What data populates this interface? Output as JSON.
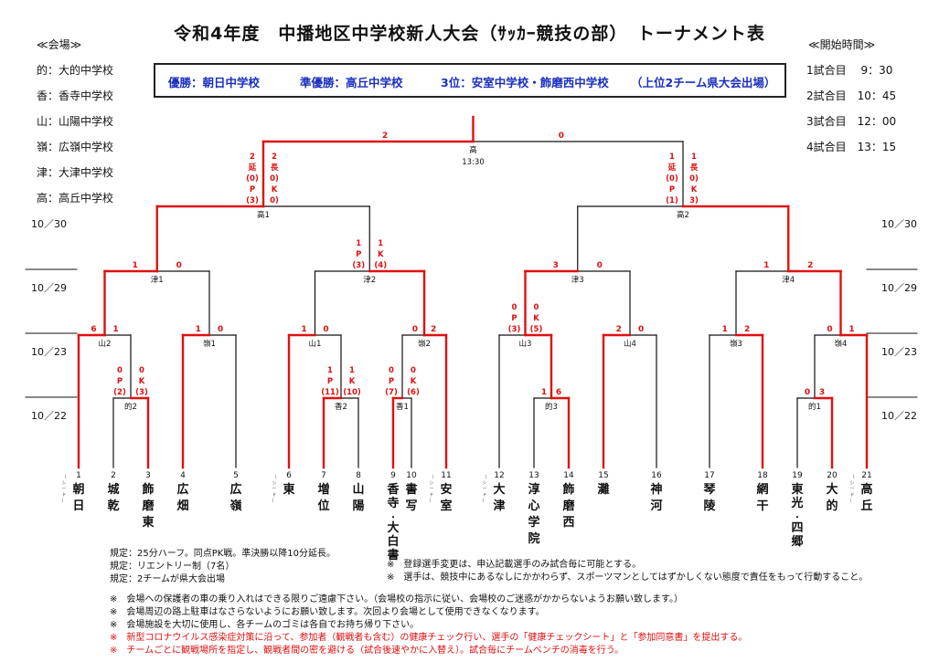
{
  "title": "令和4年度　中播地区中学校新人大会（ｻｯｶｰ競技の部）　トーナメント表",
  "banner": {
    "winner": "優勝：朝日中学校",
    "runner_up": "準優勝：高丘中学校",
    "third": "3位：安室中学校・飾磨西中学校",
    "qualify": "（上位2チーム県大会出場）"
  },
  "venues": {
    "heading": "≪会場≫",
    "items": [
      "的：大的中学校",
      "香：香寺中学校",
      "山：山陽中学校",
      "嶺：広嶺中学校",
      "津：大津中学校",
      "高：高丘中学校"
    ]
  },
  "schedule": {
    "heading": "≪開始時間≫",
    "items": [
      "1試合目　 9：30",
      "2試合目　10：45",
      "3試合目　12：00",
      "4試合目　13：15"
    ]
  },
  "round_dates": [
    "10／30",
    "10／29",
    "10／23",
    "10／22"
  ],
  "teams": [
    {
      "no": "1",
      "name": "朝日",
      "side": "（シード）"
    },
    {
      "no": "2",
      "name": "城乾",
      "side": ""
    },
    {
      "no": "3",
      "name": "飾磨東",
      "side": ""
    },
    {
      "no": "4",
      "name": "広畑",
      "side": ""
    },
    {
      "no": "5",
      "name": "広嶺",
      "side": ""
    },
    {
      "no": "6",
      "name": "東",
      "side": "（シード）"
    },
    {
      "no": "7",
      "name": "増位",
      "side": ""
    },
    {
      "no": "8",
      "name": "山陽",
      "side": ""
    },
    {
      "no": "9",
      "name": "香寺・大白書",
      "side": ""
    },
    {
      "no": "10",
      "name": "書写",
      "side": ""
    },
    {
      "no": "11",
      "name": "安室",
      "side": "（シード）"
    },
    {
      "no": "12",
      "name": "大津",
      "side": "（シード）"
    },
    {
      "no": "13",
      "name": "淳心学院",
      "side": ""
    },
    {
      "no": "14",
      "name": "飾磨西",
      "side": ""
    },
    {
      "no": "15",
      "name": "灘",
      "side": ""
    },
    {
      "no": "16",
      "name": "神河",
      "side": ""
    },
    {
      "no": "17",
      "name": "琴陵",
      "side": ""
    },
    {
      "no": "18",
      "name": "網干",
      "side": ""
    },
    {
      "no": "19",
      "name": "東光・四郷",
      "side": ""
    },
    {
      "no": "20",
      "name": "大的",
      "side": ""
    },
    {
      "no": "21",
      "name": "高丘",
      "side": "（シード）"
    }
  ],
  "matches": [
    {
      "id": "m19",
      "venue": "的1",
      "left": "0",
      "right": "3"
    },
    {
      "id": "m23",
      "venue": "的2",
      "left": "",
      "right": "",
      "pk_left": "0 P (2)",
      "pk_right": "0 K (3)"
    },
    {
      "id": "m73",
      "venue": "香1",
      "left": "",
      "right": "",
      "pk_left": "0 P (7)",
      "pk_right": "0 K (6)"
    },
    {
      "id": "m78",
      "venue": "香2",
      "left": "",
      "right": "",
      "pk_left": "1 P (11)",
      "pk_right": "1 K (10)"
    },
    {
      "id": "m133",
      "venue": "的3",
      "left": "1",
      "right": "6"
    },
    {
      "id": "y1",
      "venue": "山2",
      "left": "6",
      "right": "1"
    },
    {
      "id": "y2",
      "venue": "嶺1",
      "left": "1",
      "right": "0"
    },
    {
      "id": "y3",
      "venue": "山1",
      "left": "1",
      "right": "0"
    },
    {
      "id": "y4",
      "venue": "嶺2",
      "left": "0",
      "right": "2"
    },
    {
      "id": "y5",
      "venue": "山3",
      "left": "",
      "right": "",
      "pk_left": "0 P (3)",
      "pk_right": "0 K (5)"
    },
    {
      "id": "y6",
      "venue": "山4",
      "left": "2",
      "right": "0"
    },
    {
      "id": "y7",
      "venue": "嶺3",
      "left": "1",
      "right": "2"
    },
    {
      "id": "y8",
      "venue": "嶺4",
      "left": "0",
      "right": "1"
    },
    {
      "id": "q1",
      "venue": "津1",
      "left": "1",
      "right": "0"
    },
    {
      "id": "q2",
      "venue": "津2",
      "left": "",
      "right": "",
      "pk_left": "1 P (3)",
      "pk_right": "1 K (4)"
    },
    {
      "id": "q3",
      "venue": "津3",
      "left": "3",
      "right": "0"
    },
    {
      "id": "q4",
      "venue": "津4",
      "left": "1",
      "right": "2"
    },
    {
      "id": "s1",
      "venue": "高1",
      "left": "",
      "right": "",
      "pk_left": "2 延 (0) P (3)",
      "pk_right": "2 長 0) K 0)"
    },
    {
      "id": "s2",
      "venue": "高2",
      "left": "",
      "right": "",
      "pk_left": "1 延 (0) P (1)",
      "pk_right": "1 長 0) K 3)"
    },
    {
      "id": "f",
      "venue": "高",
      "left": "2",
      "right": "0",
      "time": "13:30"
    }
  ],
  "notes_left": [
    "規定：25分ハーフ。同点PK戦。準決勝以降10分延長。",
    "規定：リエントリー制（7名）",
    "規定：2チームが県大会出場"
  ],
  "notes_right": [
    "※　登録選手変更は、申込記載選手のみ試合毎に可能とする。",
    "※　選手は、競技中にあるなしにかかわらず、スポーツマンとしてはずかしくない態度で責任をもって行動すること。"
  ],
  "notes_bottom": [
    "※　会場への保護者の車の乗り入れはできる限りご遠慮下さい。（会場校の指示に従い、会場校のご迷惑がかからないようお願い致します。）",
    "※　会場周辺の路上駐車はなさらないようにお願い致します。次回より会場として使用できなくなります。",
    "※　会場施設を大切に使用し、各チームのゴミは各自でお持ち帰り下さい。"
  ],
  "notes_red": [
    "※　新型コロナウイルス感染症対策に沿って、参加者（観戦者も含む）の健康チェック行い、選手の「健康チェックシート」と「参加同意書」を提出する。",
    "※　チームごとに観戦場所を指定し、観戦者間の密を避ける（試合後速やかに入替え）。試合毎にチームベンチの消毒を行う。"
  ],
  "colors": {
    "win_line": "#e01010",
    "line": "#111111",
    "banner_text": "#1a2fbf"
  }
}
